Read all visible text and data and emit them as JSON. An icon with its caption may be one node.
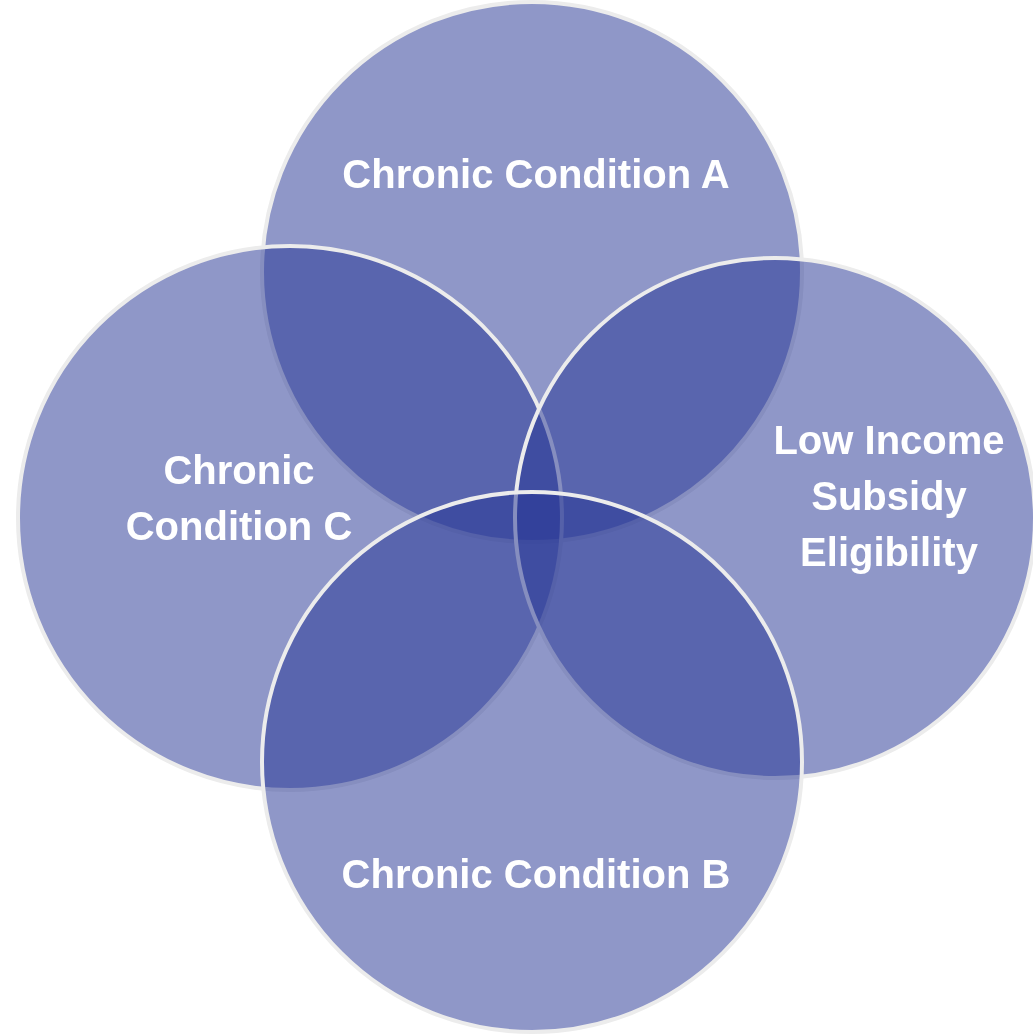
{
  "diagram": {
    "nodes": [
      {
        "text": [
          "Chronic Condition A"
        ]
      },
      {
        "text": [
          "Chronic Condition C"
        ]
      },
      {
        "text": [
          "Low Income Subsidy Eligibility"
        ]
      },
      {
        "text": [
          "Chronic Condition B"
        ]
      }
    ]
  }
}
